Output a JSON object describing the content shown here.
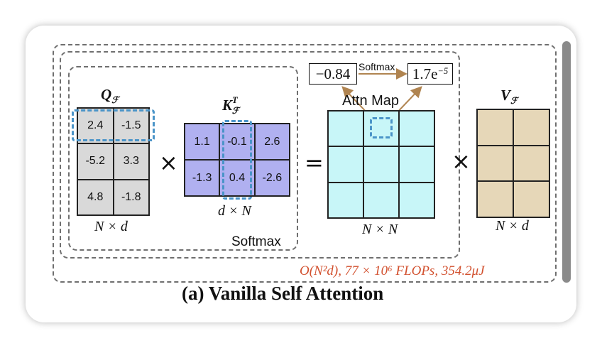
{
  "q": {
    "label": "Q",
    "sub": "ℱ",
    "cells": [
      "2.4",
      "-1.5",
      "-5.2",
      "3.3",
      "4.8",
      "-1.8"
    ],
    "dim": "N × d",
    "color": "#d9d9d9"
  },
  "k": {
    "label": "K",
    "sup": "T",
    "sub": "ℱ",
    "cells": [
      "1.1",
      "-0.1",
      "2.6",
      "-1.3",
      "0.4",
      "-2.6"
    ],
    "dim": "d × N",
    "color": "#b0b0f0"
  },
  "attn": {
    "label": "Attn Map",
    "dim": "N × N",
    "color": "#c8f6f8",
    "softmax_left": "−0.84",
    "softmax_arrow": "Softmax",
    "softmax_right_base": "1.7e",
    "softmax_right_exp": "−5"
  },
  "v": {
    "label": "V",
    "sub": "ℱ",
    "dim": "N × d",
    "color": "#e6d7b8"
  },
  "operators": {
    "times1": "×",
    "equals": "=",
    "times2": "×"
  },
  "softmax_box_label": "Softmax",
  "complexity": "O(N²d),  77 × 10⁶ FLOPs,  354.2μJ",
  "complexity_color": "#d2502e",
  "caption": "(a) Vanilla Self Attention",
  "highlight_color": "#4a94c8",
  "arrow_color": "#b08450"
}
